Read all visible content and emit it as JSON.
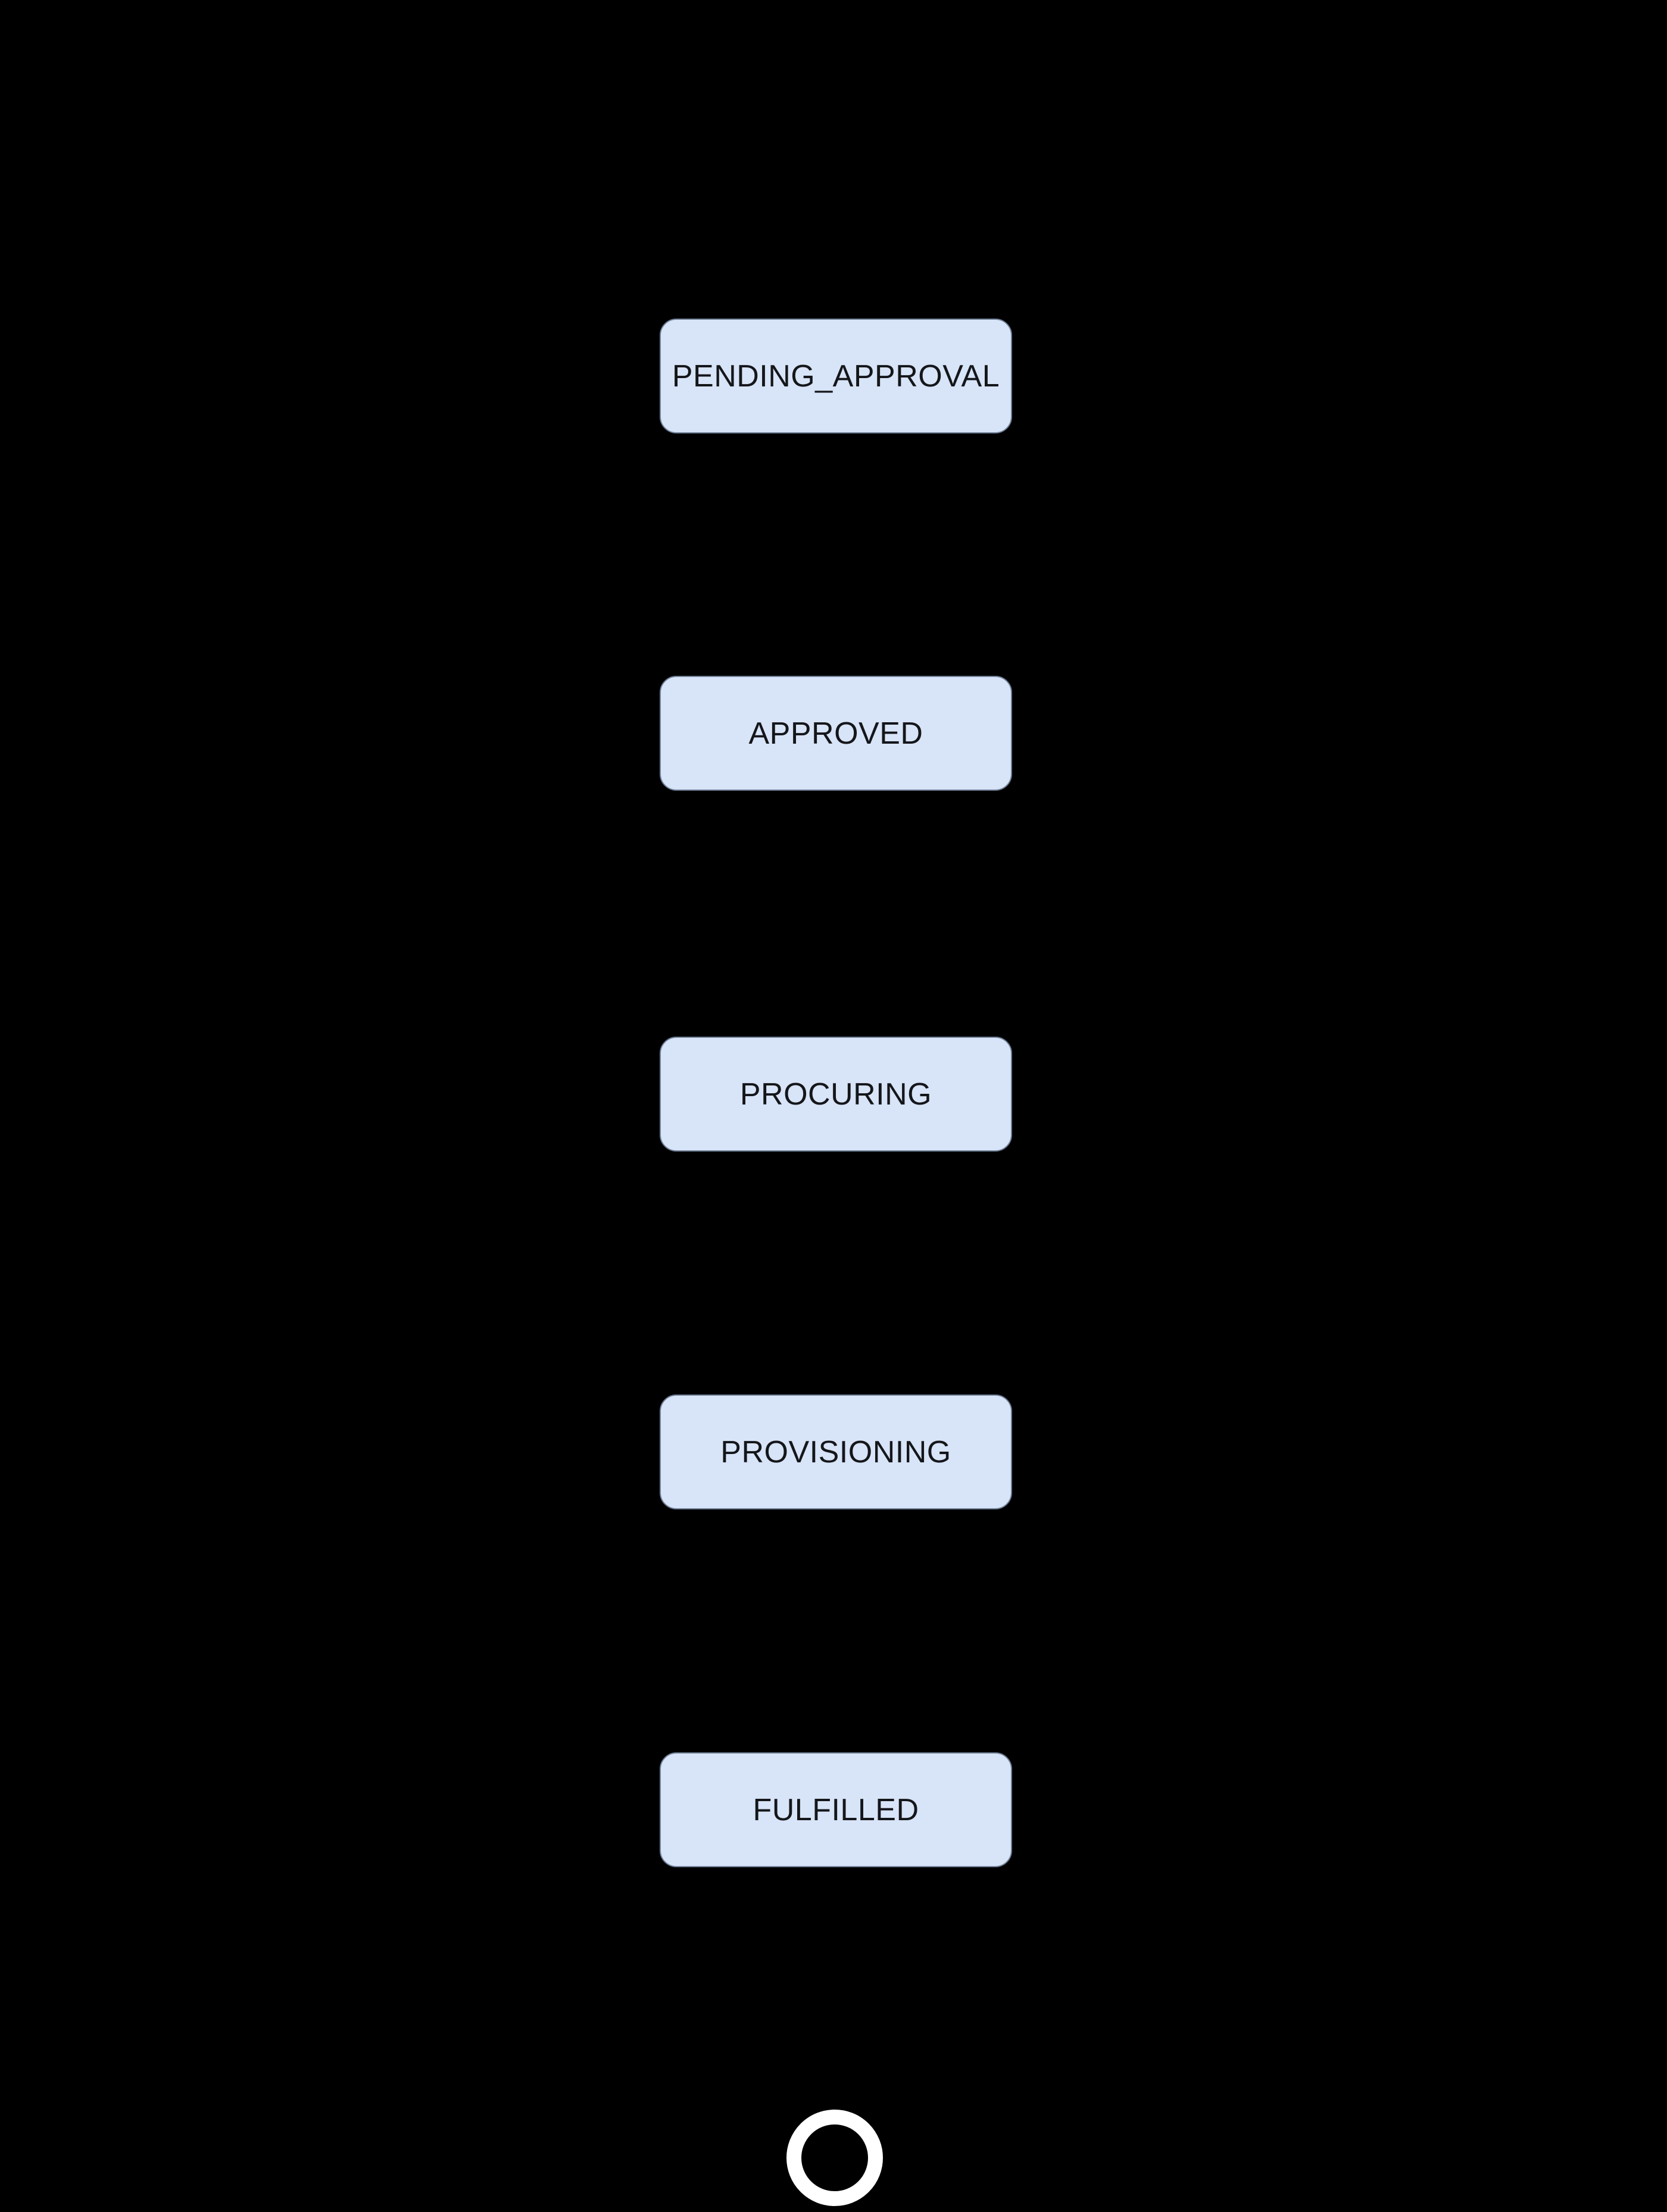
{
  "diagram": {
    "type": "state-machine-flow",
    "orientation": "vertical",
    "background_color": "#000000",
    "states": [
      {
        "id": "pending_approval",
        "label": "PENDING_APPROVAL"
      },
      {
        "id": "approved",
        "label": "APPROVED"
      },
      {
        "id": "procuring",
        "label": "PROCURING"
      },
      {
        "id": "provisioning",
        "label": "PROVISIONING"
      },
      {
        "id": "fulfilled",
        "label": "FULFILLED"
      }
    ],
    "end_state": {
      "shape": "ring",
      "color": "#ffffff"
    },
    "node_style": {
      "fill": "#d8e4f7",
      "border": "#6e7e95",
      "text_color": "#14161a"
    }
  }
}
